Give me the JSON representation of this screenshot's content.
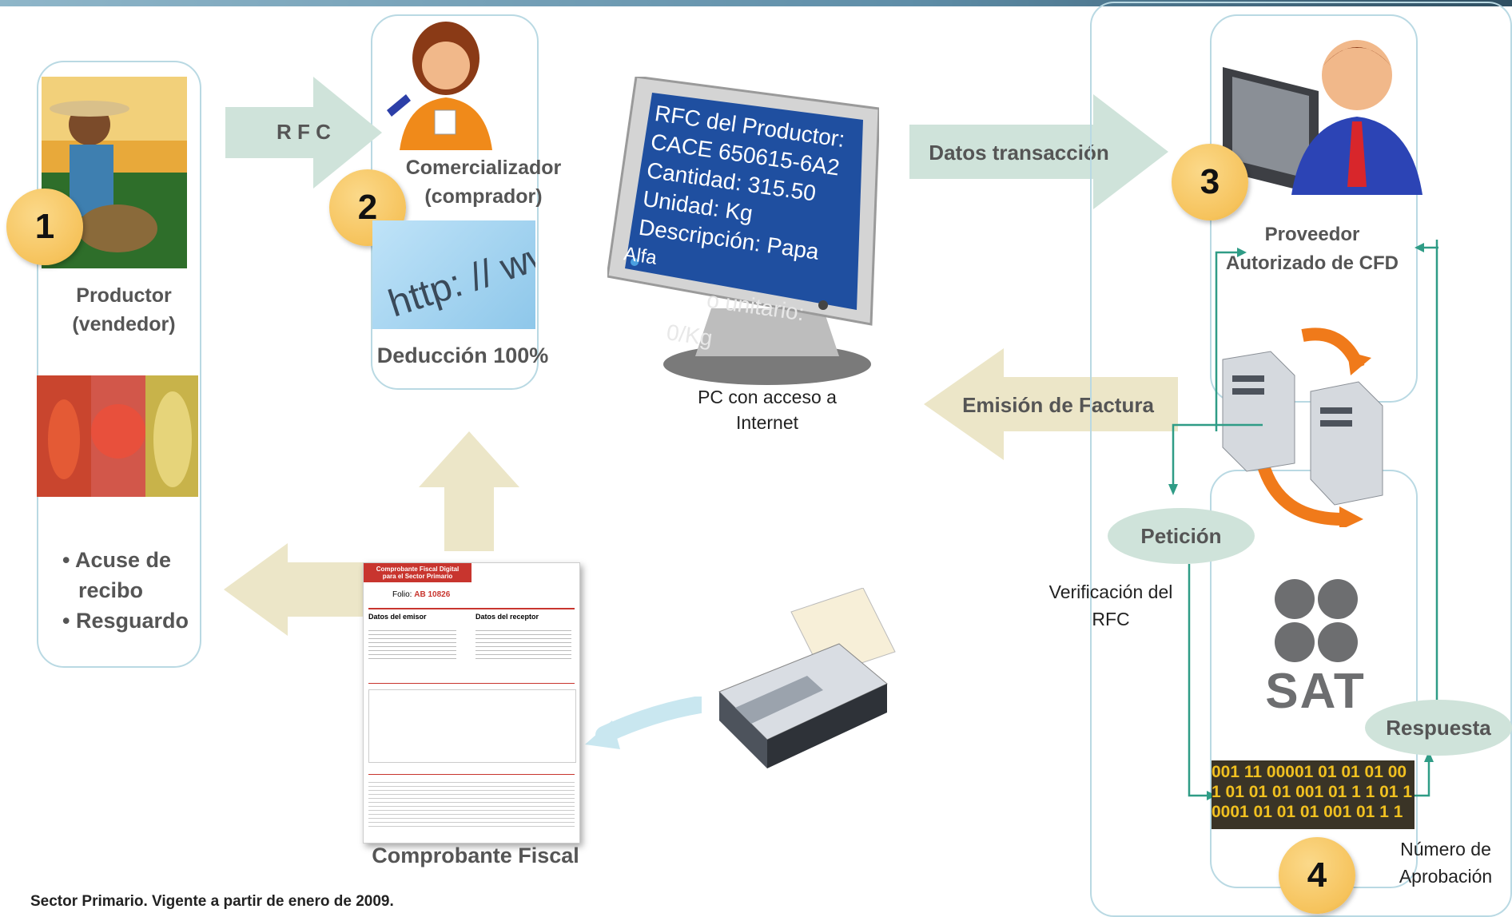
{
  "title": "",
  "footer": "Sector Primario. Vigente a partir de enero de 2009.",
  "steps": {
    "one": "1",
    "two": "2",
    "three": "3",
    "four": "4"
  },
  "productor": {
    "label_line1": "Productor",
    "label_line2": "(vendedor)",
    "bullet1_line1": "• Acuse de",
    "bullet1_line2": "recibo",
    "bullet2": "• Resguardo"
  },
  "comercializador": {
    "label_line1": "Comercializador",
    "label_line2": "(comprador)",
    "deduccion": "Deducción 100%",
    "url_text": "http: // www"
  },
  "pc": {
    "screen_lines": [
      "RFC del Productor:",
      "CACE 650615-6A2",
      "Cantidad: 315.50",
      "Unidad: Kg",
      "Descripción: Papa",
      "Alfa"
    ],
    "screen_overflow_1": "o unitario:",
    "screen_overflow_2": "0/Kg",
    "caption_line1": "PC con acceso a",
    "caption_line2": "Internet"
  },
  "proveedor": {
    "label_line1": "Proveedor",
    "label_line2": "Autorizado de CFD"
  },
  "arrows": {
    "rfc": "R F C",
    "datos": "Datos transacción",
    "emision": "Emisión de Factura"
  },
  "comprobante": {
    "caption": "Comprobante Fiscal",
    "doc_title_line1": "Comprobante Fiscal Digital",
    "doc_title_line2": "para el Sector Primario",
    "folio_label": "Folio:",
    "folio_value": "AB 10826",
    "emisor": "Datos del emisor",
    "receptor": "Datos del receptor"
  },
  "sat": {
    "logo": "SAT",
    "peticion": "Petición",
    "respuesta": "Respuesta",
    "verificacion_line1": "Verificación del",
    "verificacion_line2": "RFC",
    "numero_line1": "Número de",
    "numero_line2": "Aprobación",
    "binary_lines": [
      "001 11 00001 01 01 01 00",
      "1 01 01 01 001 01 1 1 01 1",
      "0001 01 01 01 001 01 1 1"
    ]
  },
  "colors": {
    "badge": "#f6c35c",
    "arrow_green": "#cfe3da",
    "arrow_tan": "#ece6c8",
    "panel_border": "#b9d9e3",
    "connector": "#2f9c86",
    "screen": "#1f4fa0"
  }
}
